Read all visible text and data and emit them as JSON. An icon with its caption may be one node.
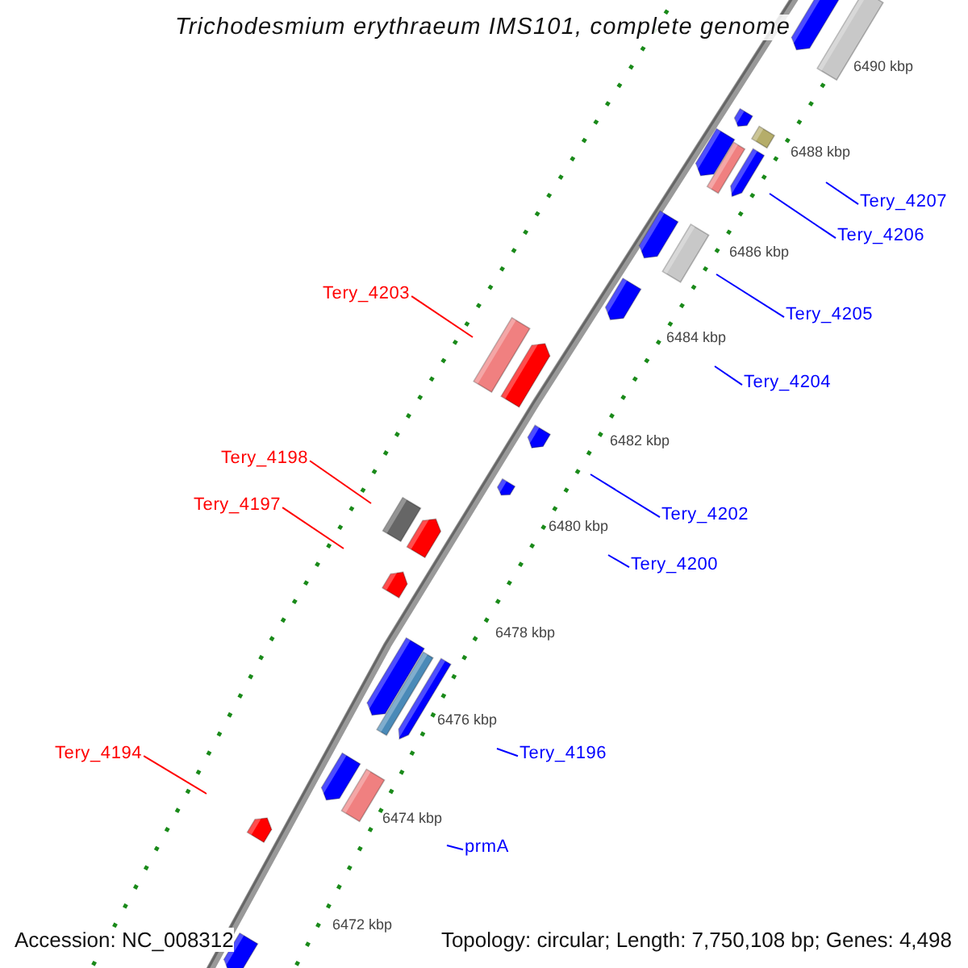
{
  "diagram": {
    "title": "Trichodesmium erythraeum IMS101, complete genome",
    "nodes": [
      {
        "text": [
          "Tery_4207"
        ]
      },
      {
        "text": [
          "Tery_4206"
        ]
      },
      {
        "text": [
          "Tery_4205"
        ]
      },
      {
        "text": [
          "Tery_4204"
        ]
      },
      {
        "text": [
          "Tery_4203"
        ]
      },
      {
        "text": [
          "Tery_4202"
        ]
      },
      {
        "text": [
          "Tery_4200"
        ]
      },
      {
        "text": [
          "Tery_4198"
        ]
      },
      {
        "text": [
          "Tery_4197"
        ]
      },
      {
        "text": [
          "Tery_4196"
        ]
      },
      {
        "text": [
          "Tery_4194"
        ]
      },
      {
        "text": [
          "prmA"
        ]
      }
    ],
    "edges": [
      {
        "from": 0,
        "to": null,
        "arrow": "none"
      },
      {
        "from": 1,
        "to": null,
        "arrow": "none"
      },
      {
        "from": 2,
        "to": null,
        "arrow": "none"
      },
      {
        "from": 3,
        "to": null,
        "arrow": "none"
      },
      {
        "from": 4,
        "to": null,
        "arrow": "none",
        "color": "#ff0000"
      },
      {
        "from": 5,
        "to": null,
        "arrow": "none"
      },
      {
        "from": 6,
        "to": null,
        "arrow": "none"
      },
      {
        "from": 7,
        "to": null,
        "arrow": "none",
        "color": "#ff0000"
      },
      {
        "from": 8,
        "to": null,
        "arrow": "none",
        "color": "#ff0000"
      },
      {
        "from": 9,
        "to": null,
        "arrow": "none"
      },
      {
        "from": 10,
        "to": null,
        "arrow": "none",
        "color": "#ff0000"
      },
      {
        "from": 11,
        "to": null,
        "arrow": "none"
      }
    ],
    "labels": [
      "6490 kbp",
      "6488 kbp",
      "6486 kbp",
      "6484 kbp",
      "6482 kbp",
      "6480 kbp",
      "6478 kbp",
      "6476 kbp",
      "6474 kbp",
      "6472 kbp",
      "Accession: NC_008312",
      "Topology: circular; Length: 7,750,108 bp; Genes: 4,498"
    ]
  }
}
